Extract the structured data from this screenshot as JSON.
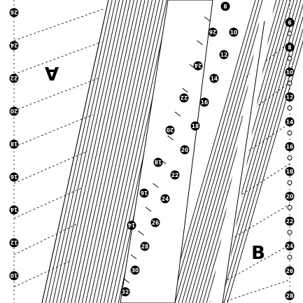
{
  "region_labels": {
    "a": "A",
    "b": "B"
  },
  "colors": {
    "ink": "#000000",
    "paper": "#ffffff"
  },
  "markers": {
    "right_column": [
      "6",
      "8",
      "10",
      "12",
      "14",
      "16",
      "18",
      "20",
      "22",
      "24",
      "26",
      "28"
    ],
    "inner_sequence": [
      "8",
      "10",
      "12",
      "14",
      "16",
      "18",
      "20",
      "22",
      "24",
      "26",
      "28",
      "30",
      "32"
    ],
    "left_column_rotated": [
      "26",
      "24",
      "22",
      "20",
      "18",
      "16",
      "14",
      "12",
      "10"
    ],
    "inner_rotated": [
      "26",
      "24",
      "22",
      "20",
      "18",
      "16",
      "14"
    ]
  }
}
